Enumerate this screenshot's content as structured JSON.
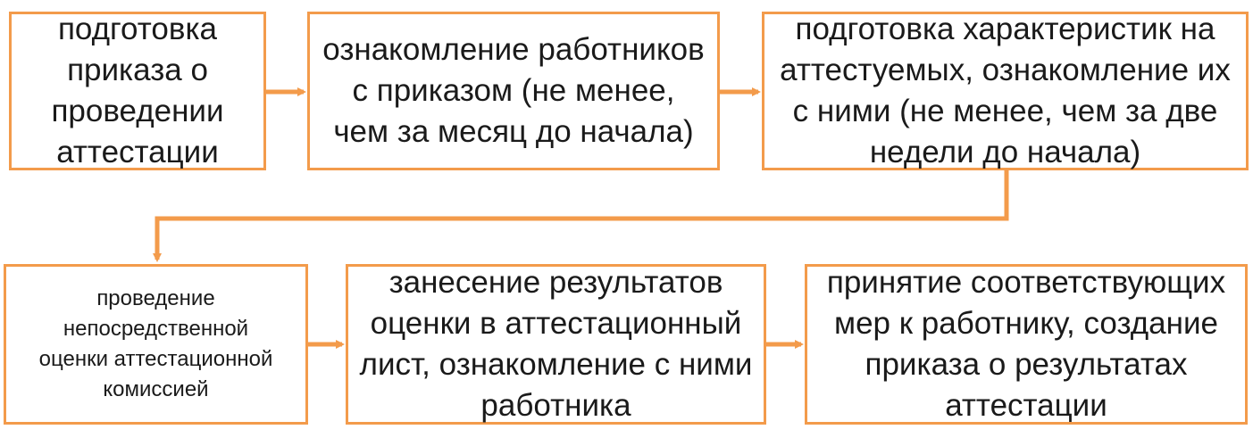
{
  "colors": {
    "accent": "#f39b4b",
    "text": "#1a1a1a",
    "background": "#ffffff"
  },
  "steps": [
    {
      "id": 1,
      "text": "подготовка приказа о проведении аттестации"
    },
    {
      "id": 2,
      "text": "ознакомление работников с приказом (не менее, чем за месяц до начала)"
    },
    {
      "id": 3,
      "text": "подготовка характеристик на аттестуемых, ознакомление их с ними (не менее, чем за две недели до начала)"
    },
    {
      "id": 4,
      "text": "проведение непосредственной оценки аттестационной комиссией"
    },
    {
      "id": 5,
      "text": "занесение результатов оценки в аттестационный лист, ознакомление с ними работника"
    },
    {
      "id": 6,
      "text": "принятие соответствующих мер к работнику, создание приказа о результатах аттестации"
    }
  ],
  "connections": [
    {
      "from": 1,
      "to": 2
    },
    {
      "from": 2,
      "to": 3
    },
    {
      "from": 3,
      "to": 4
    },
    {
      "from": 4,
      "to": 5
    },
    {
      "from": 5,
      "to": 6
    }
  ]
}
